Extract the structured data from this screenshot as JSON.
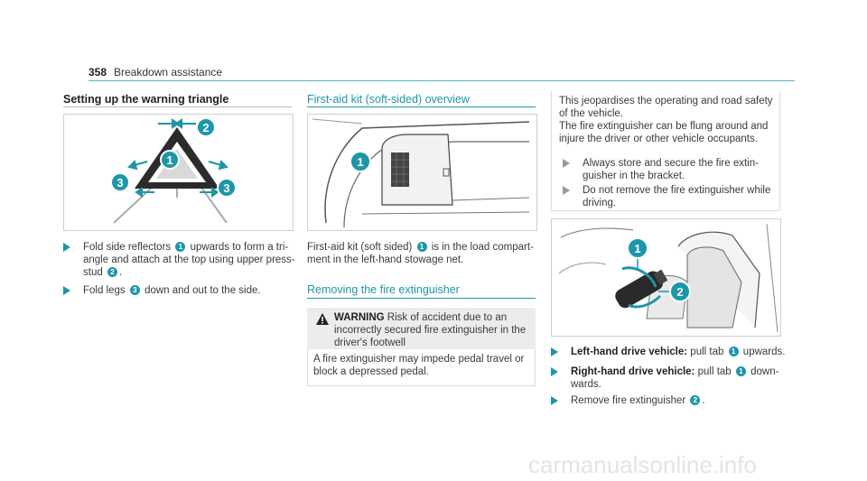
{
  "header": {
    "page_number": "358",
    "title": "Breakdown assistance"
  },
  "col1": {
    "title": "Setting up the warning triangle",
    "step1": {
      "a": "Fold side reflectors",
      "n1": "1",
      "b": "upwards to form a tri-",
      "c": "angle and attach at the top using upper press-",
      "d": "stud",
      "n2": "2",
      "e": "."
    },
    "step2": {
      "a": "Fold legs",
      "n1": "3",
      "b": "down and out to the side."
    },
    "callouts": [
      "1",
      "2",
      "3",
      "3"
    ]
  },
  "col2": {
    "title": "First-aid kit (soft-sided) overview",
    "para_a": "First-aid kit (soft sided)",
    "para_n": "1",
    "para_b": "is in the load compart-",
    "para_c": "ment in the left-hand stowage net.",
    "callout": "1",
    "title2": "Removing the fire extinguisher",
    "warning": {
      "label": "WARNING",
      "l1": "Risk of accident due to an",
      "l2": "incorrectly secured fire extinguisher in the",
      "l3": "driver's footwell"
    },
    "note1": "A fire extinguisher may impede pedal travel or",
    "note2": "block a depressed pedal."
  },
  "col3": {
    "p1": "This jeopardises the operating and road safety",
    "p2": "of the vehicle.",
    "p3": "The fire extinguisher can be flung around and",
    "p4": "injure the driver or other vehicle occupants.",
    "b1a": "Always store and secure the fire extin-",
    "b1b": "guisher in the bracket.",
    "b2a": "Do not remove the fire extinguisher while",
    "b2b": "driving.",
    "callouts": [
      "1",
      "2"
    ],
    "s1": {
      "bold": "Left-hand drive vehicle:",
      "a": "pull tab",
      "n": "1",
      "b": "upwards."
    },
    "s2": {
      "bold": "Right-hand drive vehicle:",
      "a": "pull tab",
      "n": "1",
      "b": "down-",
      "c": "wards."
    },
    "s3": {
      "a": "Remove fire extinguisher",
      "n": "2",
      "b": "."
    }
  },
  "watermark": "carmanualsonline.info"
}
